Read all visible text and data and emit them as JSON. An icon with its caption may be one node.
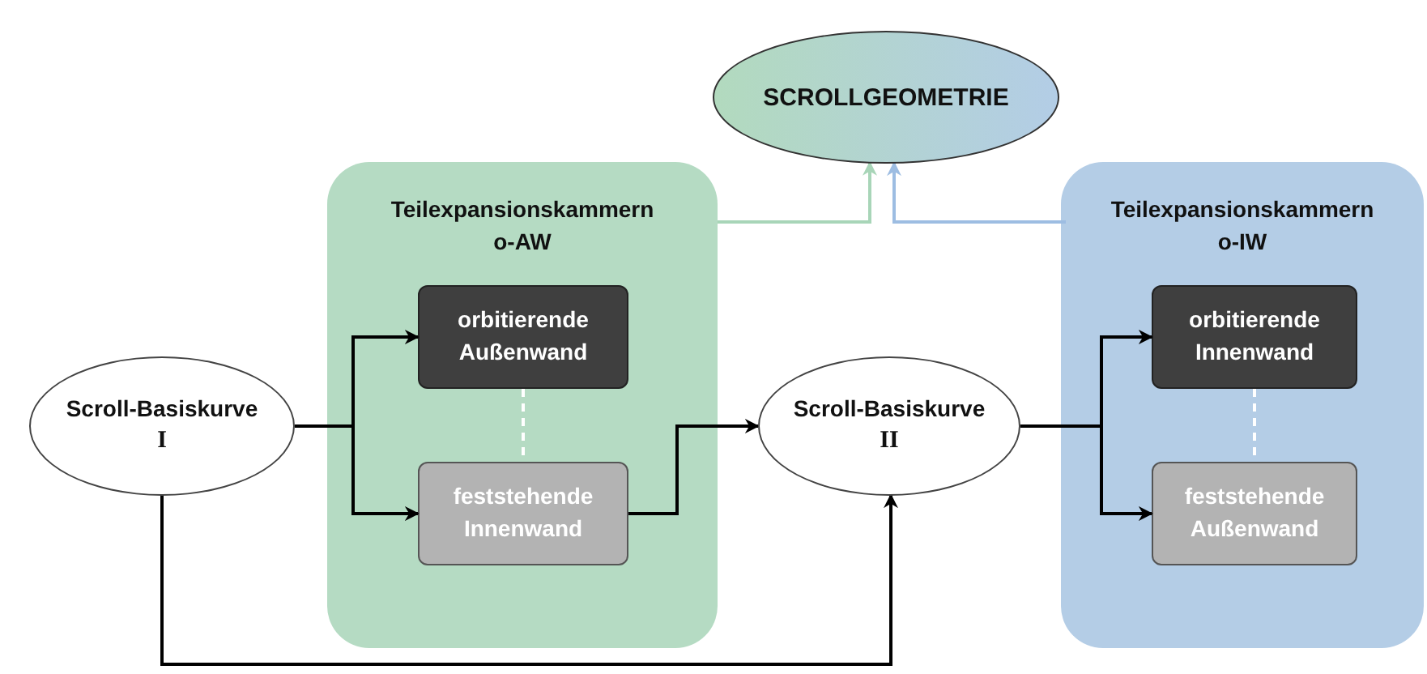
{
  "diagram": {
    "nodes": [
      {
        "text": [
          "SCROLLGEOMETRIE"
        ]
      },
      {
        "text": [
          "Teilexpansionskammern o-AW"
        ]
      },
      {
        "text": [
          "orbitierende Außenwand"
        ],
        "in": 1
      },
      {
        "text": [
          "feststehende Innenwand"
        ],
        "in": 1
      },
      {
        "text": [
          "Scroll-Basiskurve",
          "I"
        ]
      },
      {
        "text": [
          "Scroll-Basiskurve",
          "II"
        ]
      },
      {
        "text": [
          "Teilexpansionskammern o-IW"
        ]
      },
      {
        "text": [
          "orbitierende Innenwand"
        ],
        "in": 6
      },
      {
        "text": [
          "feststehende Außenwand"
        ],
        "in": 6
      }
    ],
    "edges": [
      {
        "from": 4,
        "to": 2,
        "arrow": "to"
      },
      {
        "from": 4,
        "to": 3,
        "arrow": "to"
      },
      {
        "from": 3,
        "to": 5,
        "arrow": "to"
      },
      {
        "from": 4,
        "to": 5,
        "arrow": "to"
      },
      {
        "from": 5,
        "to": 7,
        "arrow": "to"
      },
      {
        "from": 5,
        "to": 8,
        "arrow": "to"
      },
      {
        "from": 1,
        "to": 0,
        "arrow": "to",
        "color": "#a8d5b8"
      },
      {
        "from": 6,
        "to": 0,
        "arrow": "to",
        "color": "#9dbde2"
      },
      {
        "from": 2,
        "to": 3,
        "arrow": "none",
        "style": "dashed",
        "color": "#ffffff"
      },
      {
        "from": 7,
        "to": 8,
        "arrow": "none",
        "style": "dashed",
        "color": "#ffffff"
      }
    ]
  }
}
